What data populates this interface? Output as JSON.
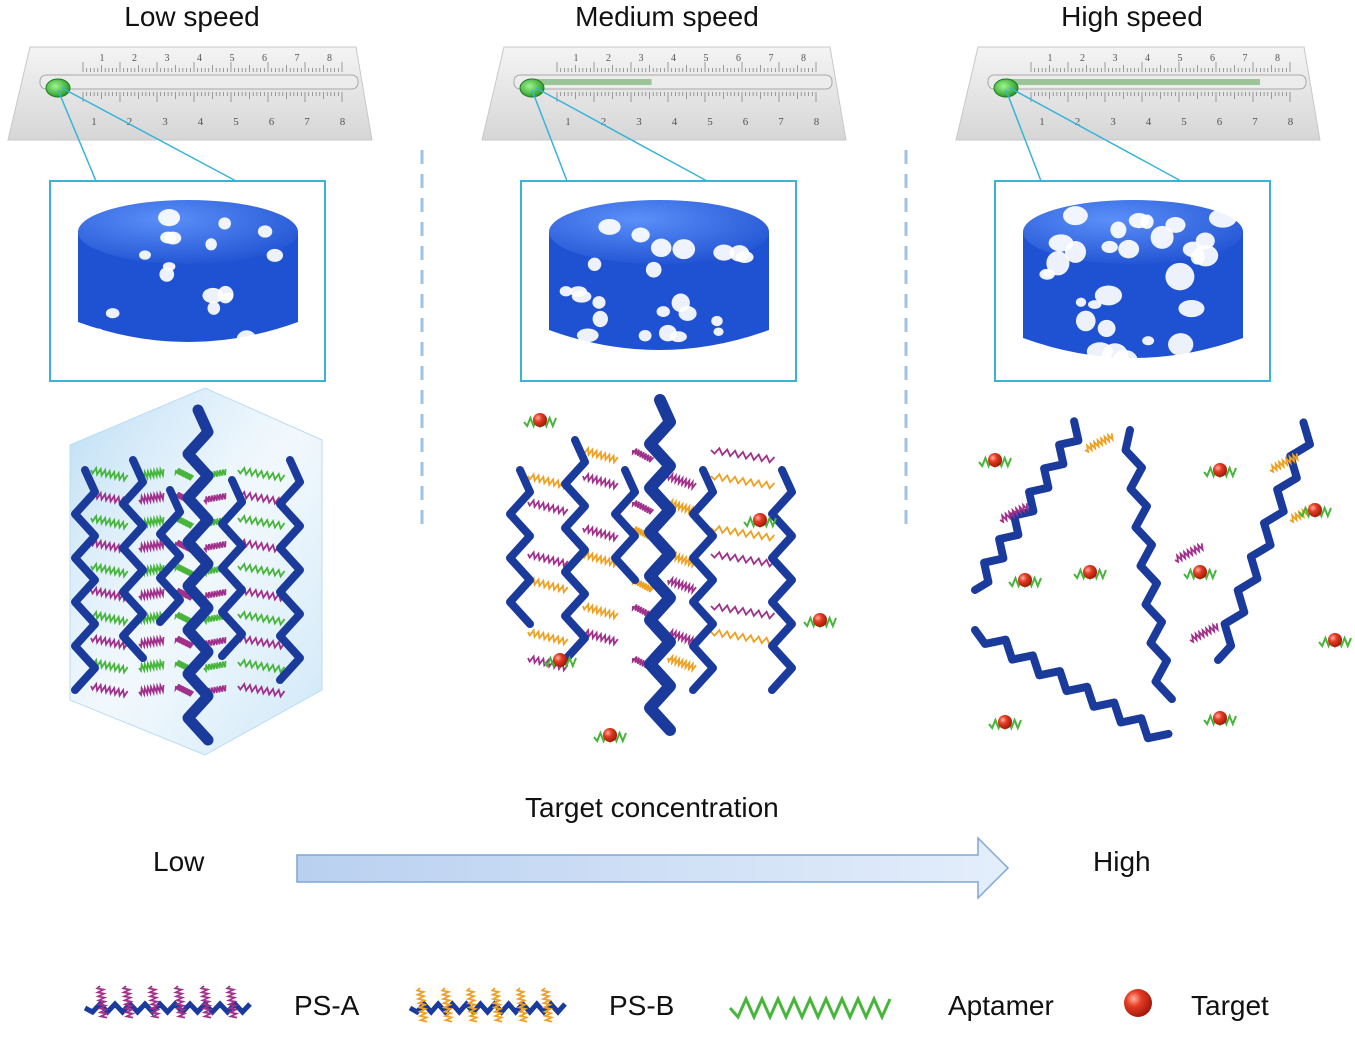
{
  "panels": [
    {
      "title": "Low speed",
      "ruler_top": [
        1,
        2,
        3,
        4,
        5,
        6,
        7,
        8
      ],
      "ruler_bottom": [
        1,
        2,
        3,
        4,
        5,
        6,
        7,
        8
      ]
    },
    {
      "title": "Medium speed",
      "ruler_top": [
        1,
        2,
        3,
        4,
        5,
        6,
        7,
        8
      ],
      "ruler_bottom": [
        1,
        2,
        3,
        4,
        5,
        6,
        7,
        8
      ]
    },
    {
      "title": "High speed",
      "ruler_top": [
        1,
        2,
        3,
        4,
        5,
        6,
        7,
        8
      ],
      "ruler_bottom": [
        1,
        2,
        3,
        4,
        5,
        6,
        7,
        8
      ]
    }
  ],
  "gradient": {
    "caption": "Target concentration",
    "low_label": "Low",
    "high_label": "High"
  },
  "legend": {
    "items": [
      {
        "label": "PS-A",
        "icon": "ps-a-chain-icon"
      },
      {
        "label": "PS-B",
        "icon": "ps-b-chain-icon"
      },
      {
        "label": "Aptamer",
        "icon": "aptamer-icon"
      },
      {
        "label": "Target",
        "icon": "target-sphere-icon"
      }
    ]
  },
  "colors": {
    "chain": "#1a3a9c",
    "ps_a_branch": "#a0308a",
    "ps_b_branch": "#f0a020",
    "aptamer": "#46b53a",
    "target": "#e03020",
    "hydrogel": "#2f6ef0",
    "frame": "#39b4d8",
    "arrow": "#c9dcf5"
  }
}
